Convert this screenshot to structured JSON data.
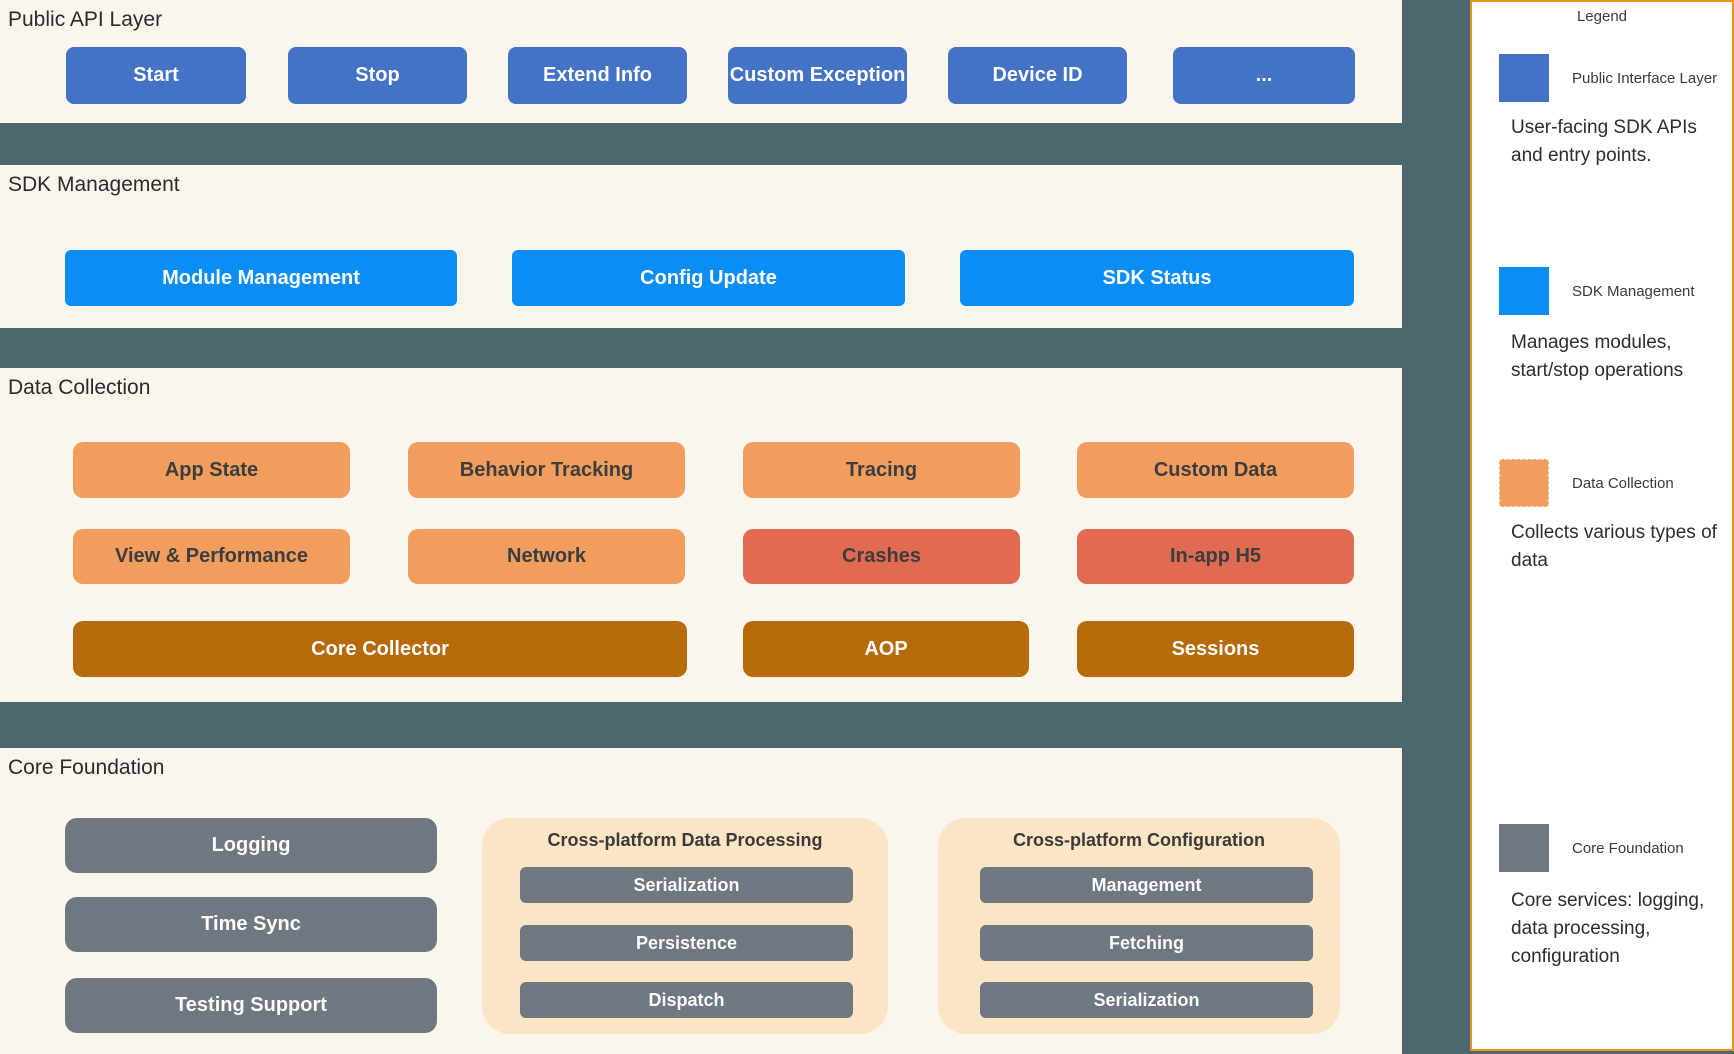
{
  "diagram": {
    "layers": [
      {
        "title": "Public API Layer",
        "buttons": [
          "Start",
          "Stop",
          "Extend Info",
          "Custom Exception",
          "Device ID",
          "..."
        ]
      },
      {
        "title": "SDK Management",
        "buttons": [
          "Module Management",
          "Config Update",
          "SDK Status"
        ]
      },
      {
        "title": "Data Collection",
        "row1": [
          "App State",
          "Behavior Tracking",
          "Tracing",
          "Custom Data"
        ],
        "row2": [
          "View & Performance",
          "Network",
          "Crashes",
          "In-app H5"
        ],
        "row3": [
          "Core Collector",
          "AOP",
          "Sessions"
        ]
      },
      {
        "title": "Core Foundation",
        "buttons": [
          "Logging",
          "Time Sync",
          "Testing Support"
        ],
        "cards": [
          {
            "title": "Cross-platform Data Processing",
            "items": [
              "Serialization",
              "Persistence",
              "Dispatch"
            ]
          },
          {
            "title": "Cross-platform Configuration",
            "items": [
              "Management",
              "Fetching",
              "Serialization"
            ]
          }
        ]
      }
    ]
  },
  "legend": {
    "title": "Legend",
    "items": [
      {
        "label": "Public Interface Layer",
        "description": "User-facing SDK APIs and entry points.",
        "swatch_color": "#4472c4"
      },
      {
        "label": "SDK Management",
        "description": "Manages modules, start/stop operations",
        "swatch_color": "#0a8df5"
      },
      {
        "label": "Data Collection",
        "description": "Collects various types of data",
        "swatch_color": "#f09d5e"
      },
      {
        "label": "Core Foundation",
        "description": "Core services: logging, data processing, configuration",
        "swatch_color": "#6f7781"
      }
    ]
  },
  "colors": {
    "background_slate": "#4d676e",
    "panel_cream": "#faf6ee",
    "public_api_blue": "#4472c4",
    "sdk_bright_blue": "#0a8df5",
    "collection_orange": "#f09d5e",
    "collection_red": "#e06a52",
    "collection_brown": "#b66a0a",
    "foundation_gray": "#6f7781",
    "card_peach": "#fce5c4",
    "legend_border_orange": "#e8941a"
  }
}
